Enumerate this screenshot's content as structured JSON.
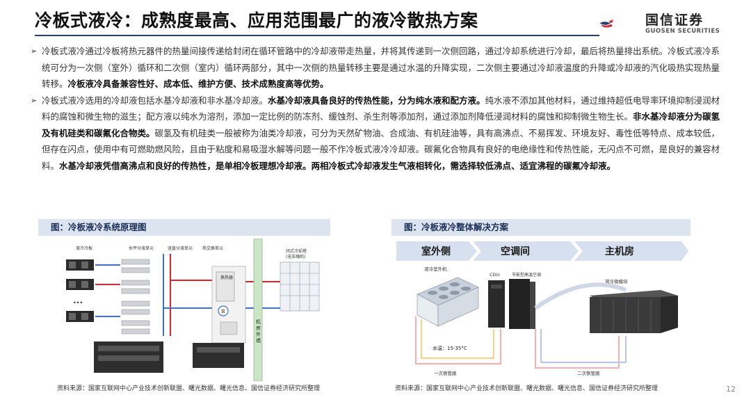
{
  "slide": {
    "title": "冷板式液冷：成熟度最高、应用范围最广的液冷散热方案",
    "page_number": "12",
    "logo": {
      "cn": "国信证券",
      "en": "GUOSEN SECURITIES",
      "colors": {
        "red": "#d9262d",
        "navy": "#1f3f74"
      }
    }
  },
  "paragraphs": [
    {
      "bullet": "➢",
      "text1": "冷板式液冷通过冷板将热元器件的热量间接传递给封闭在循环管路中的冷却液带走热量，并将其传递到一次侧回路，通过冷却系统进行冷却，最后将热量排出系统。冷板式液冷系统可分为一次侧（室外）循环和二次侧（室内）循环两部分，其中一次侧的热量转移主要是通过水温的升降实现，二次侧主要通过冷却液温度的升降或冷却液的汽化吸热实现热量转移。",
      "bold1": "冷板液冷具备兼容性好、成本低、维护方便、技术成熟度高等优势。"
    },
    {
      "bullet": "➢",
      "text1": "冷板式液冷选用的冷却液包括水基冷却液和非水基冷却液。",
      "bold1": "水基冷却液具备良好的传热性能，分为纯水液和配方液。",
      "text2": "纯水液不添加其他材料，通过维持超低电导率环境抑制浸润材料的腐蚀和微生物的滋生；配方液以纯水为溶剂，添加一定比例的防冻剂、缓蚀剂、杀生剂等添加剂，通过添加剂降低浸润材料的腐蚀和抑制微生物生长。",
      "bold2": "非水基冷却液分为碳氢及有机硅类和碳氟化合物类。",
      "text3": "碳氢及有机硅类一般被称为油类冷却液，可分为天然矿物油、合成油、有机硅油等，具有高沸点、不易挥发、环境友好、毒性低等特点、成本较低，但存在闪点，使用中有可燃助燃风险，且由于粘度和易吸湿水解等问题一般不作冷板式液冷冷却液。碳氟化合物具有良好的电绝缘性和传热性能，无闪点不可燃，是良好的兼容材料。",
      "bold3": "水基冷却液凭借高沸点和良好的传热性，是单相冷板理想冷却液。两相冷板式冷却液发生气液相转化，需选择较低沸点、适宜沸程的碳氟冷却液。"
    }
  ],
  "figure_left": {
    "title": "图：冷板液冷系统原理图",
    "labels": {
      "cold_plate": "液冷冷板",
      "horizontal_unit": "水平分液单元",
      "vertical_unit": "竖直分液单元",
      "heat_exchange": "热交换单元",
      "heat_exchanger": "换热器",
      "pump": "泵",
      "tower": "闭式冷却塔\n(无压缩机)",
      "tower_l1": "闭式冷却塔",
      "tower_l2": "(无压缩机)",
      "outside_wall": "机房外墙",
      "dots": "•••"
    },
    "source": "资料来源：国家互联网中心产业技术创新联盟、曙光数据、曙光信息、国信证券经济研究所整理"
  },
  "figure_right": {
    "title": "图：冷板液冷整体解决方案",
    "labels": {
      "outdoor": "室外侧",
      "ac_room": "空调间",
      "main_room": "主机房",
      "outdoor_unit": "液冷室外机",
      "cdu": "CDU",
      "precision_ac": "节能型高温空调",
      "micro_module": "液冷微模块",
      "water_temp": "水温：15-35°C",
      "primary_pipe": "一次侧管路",
      "secondary_pipe": "二次侧管路"
    },
    "source": "资料来源：国家互联网中心产业技术创新联盟、曙光数据、曙光信息、国信证券经济研究所整理"
  }
}
